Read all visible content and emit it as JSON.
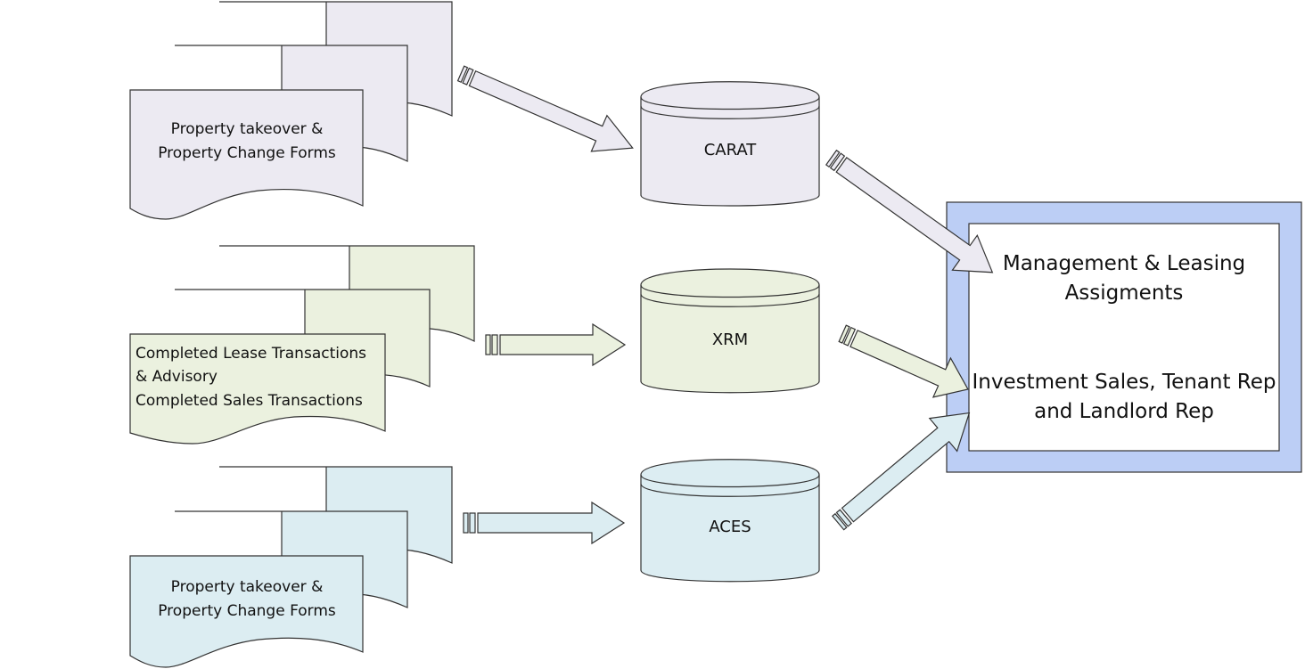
{
  "colors": {
    "group_purple": "#ECEAF2",
    "group_green": "#EBF1DF",
    "group_blue": "#DCEDF2",
    "target_outer": "#BCCEF5",
    "target_inner": "#FFFFFF",
    "stroke": "#333333"
  },
  "sources": [
    {
      "id": "source-purple",
      "lines": [
        "Property takeover &",
        "Property Change Forms"
      ],
      "fill_key": "group_purple",
      "align": "center"
    },
    {
      "id": "source-green",
      "lines": [
        "Completed Lease Transactions",
        "& Advisory",
        "Completed Sales Transactions"
      ],
      "fill_key": "group_green",
      "align": "left"
    },
    {
      "id": "source-blue",
      "lines": [
        "Property takeover &",
        "Property Change Forms"
      ],
      "fill_key": "group_blue",
      "align": "center"
    }
  ],
  "databases": [
    {
      "id": "db-carat",
      "label": "CARAT",
      "fill_key": "group_purple"
    },
    {
      "id": "db-xrm",
      "label": "XRM",
      "fill_key": "group_green"
    },
    {
      "id": "db-aces",
      "label": "ACES",
      "fill_key": "group_blue"
    }
  ],
  "target": {
    "top_lines": [
      "Management & Leasing",
      "Assigments"
    ],
    "bottom_lines": [
      "Investment Sales, Tenant Rep",
      "and Landlord Rep"
    ]
  },
  "connections": [
    {
      "from": "source-purple",
      "to": "db-carat"
    },
    {
      "from": "source-green",
      "to": "db-xrm"
    },
    {
      "from": "source-blue",
      "to": "db-aces"
    },
    {
      "from": "db-carat",
      "to": "target"
    },
    {
      "from": "db-xrm",
      "to": "target"
    },
    {
      "from": "db-aces",
      "to": "target"
    }
  ]
}
